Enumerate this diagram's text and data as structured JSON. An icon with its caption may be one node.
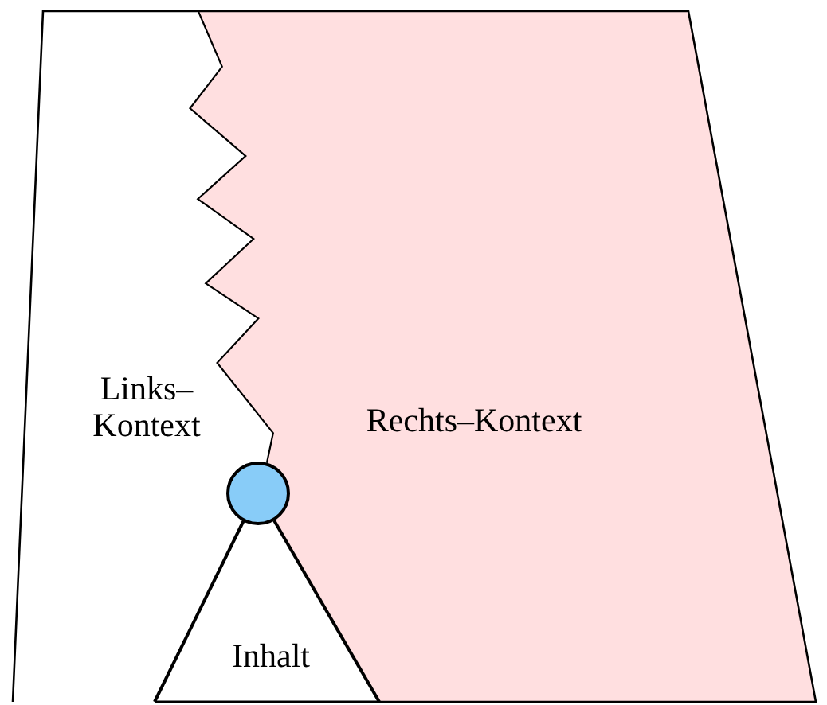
{
  "diagram": {
    "nodes": [
      {
        "text": [
          "Links– Kontext"
        ]
      },
      {
        "text": [
          "Rechts–Kontext"
        ]
      },
      {
        "text": [
          "Inhalt"
        ]
      },
      {
        "text": [],
        "shape": "circle"
      }
    ]
  }
}
